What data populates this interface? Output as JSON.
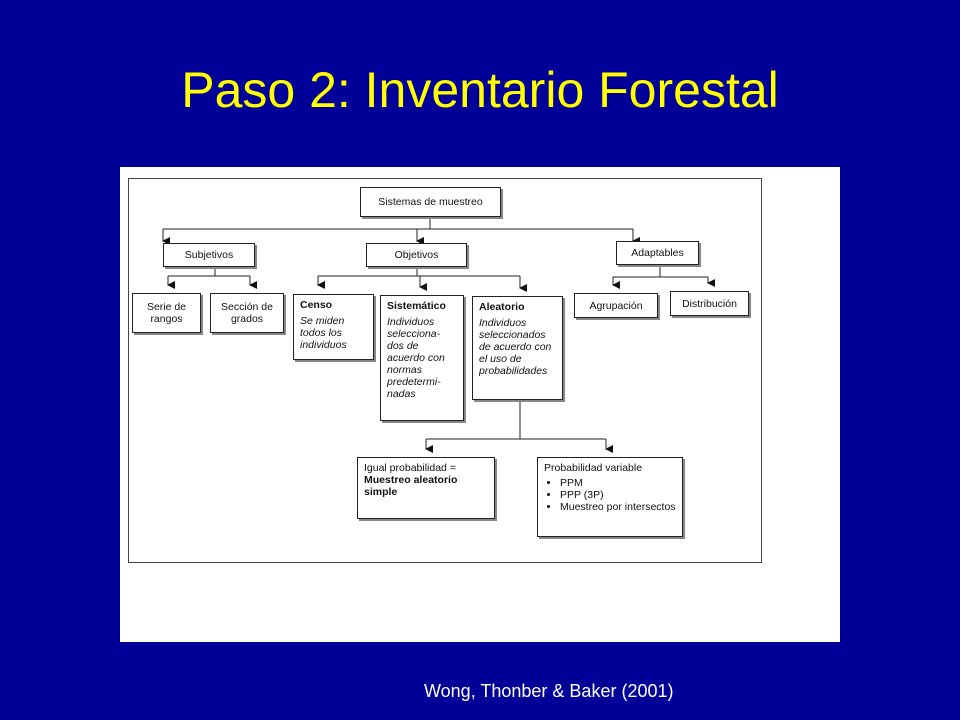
{
  "slide": {
    "title": "Paso 2: Inventario Forestal",
    "citation": "Wong, Thonber & Baker (2001)"
  },
  "diagram": {
    "root": "Sistemas de muestreo",
    "subjetivos": {
      "label": "Subjetivos",
      "children": [
        "Serie de rangos",
        "Sección de grados"
      ]
    },
    "objetivos": {
      "label": "Objetivos",
      "censo": {
        "label": "Censo",
        "desc": "Se miden todos los individuos"
      },
      "sistematico": {
        "label": "Sistemático",
        "desc": "Individuos selecciona-dos de acuerdo con normas predetermi-nadas"
      },
      "aleatorio": {
        "label": "Aleatorio",
        "desc": "Individuos seleccionados de acuerdo con el uso de probabilidades"
      }
    },
    "adaptables": {
      "label": "Adaptables",
      "children": [
        "Agrupación",
        "Distribución"
      ]
    },
    "igual": {
      "text": "Igual probabilidad =",
      "bold": "Muestreo aleatorio simple"
    },
    "variable": {
      "label": "Probabilidad variable",
      "items": [
        "PPM",
        "PPP (3P)",
        "Muestreo por intersectos"
      ]
    }
  },
  "colors": {
    "background": "#000099",
    "title": "#ffff00",
    "citation": "#ffffff"
  }
}
